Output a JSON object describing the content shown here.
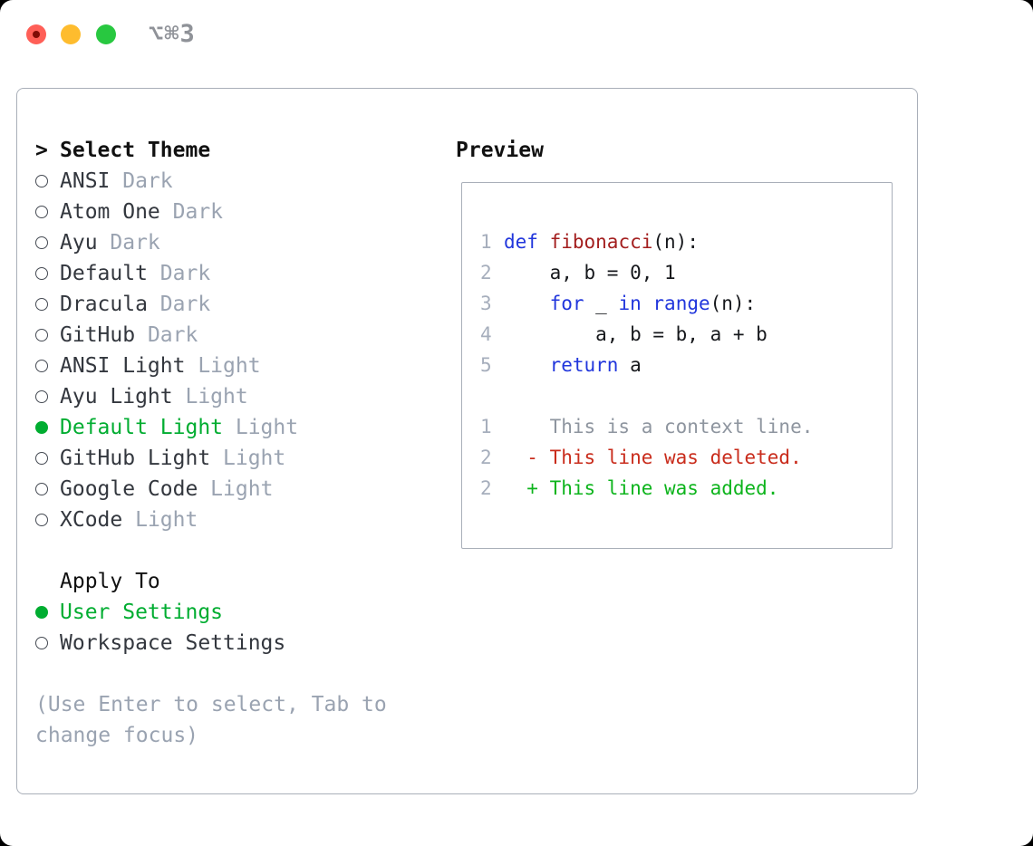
{
  "window": {
    "title": "⌥⌘3",
    "traffic_lights": [
      "close",
      "minimize",
      "zoom"
    ]
  },
  "theme_selector": {
    "cursor": ">",
    "header": "Select Theme",
    "items": [
      {
        "name": "ANSI",
        "variant": "Dark",
        "selected": false
      },
      {
        "name": "Atom One",
        "variant": "Dark",
        "selected": false
      },
      {
        "name": "Ayu",
        "variant": "Dark",
        "selected": false
      },
      {
        "name": "Default",
        "variant": "Dark",
        "selected": false
      },
      {
        "name": "Dracula",
        "variant": "Dark",
        "selected": false
      },
      {
        "name": "GitHub",
        "variant": "Dark",
        "selected": false
      },
      {
        "name": "ANSI Light",
        "variant": "Light",
        "selected": false
      },
      {
        "name": "Ayu Light",
        "variant": "Light",
        "selected": false
      },
      {
        "name": "Default Light",
        "variant": "Light",
        "selected": true
      },
      {
        "name": "GitHub Light",
        "variant": "Light",
        "selected": false
      },
      {
        "name": "Google Code",
        "variant": "Light",
        "selected": false
      },
      {
        "name": "XCode",
        "variant": "Light",
        "selected": false
      }
    ]
  },
  "apply_to": {
    "header": "Apply To",
    "options": [
      {
        "label": "User Settings",
        "selected": true
      },
      {
        "label": "Workspace Settings",
        "selected": false
      }
    ]
  },
  "hint": "(Use Enter to select, Tab to change focus)",
  "preview": {
    "header": "Preview",
    "lines": [
      {
        "num": "1",
        "segments": [
          {
            "text": "def",
            "color": "keyword"
          },
          {
            "text": " ",
            "color": "default"
          },
          {
            "text": "fibonacci",
            "color": "function"
          },
          {
            "text": "(n):",
            "color": "default"
          }
        ]
      },
      {
        "num": "2",
        "segments": [
          {
            "text": "    a, b = 0, 1",
            "color": "default"
          }
        ]
      },
      {
        "num": "3",
        "segments": [
          {
            "text": "    ",
            "color": "default"
          },
          {
            "text": "for",
            "color": "keyword"
          },
          {
            "text": " _ ",
            "color": "default"
          },
          {
            "text": "in",
            "color": "keyword"
          },
          {
            "text": " ",
            "color": "default"
          },
          {
            "text": "range",
            "color": "keyword"
          },
          {
            "text": "(n):",
            "color": "default"
          }
        ]
      },
      {
        "num": "4",
        "segments": [
          {
            "text": "        a, b = b, a + b",
            "color": "default"
          }
        ]
      },
      {
        "num": "5",
        "segments": [
          {
            "text": "    ",
            "color": "default"
          },
          {
            "text": "return",
            "color": "keyword"
          },
          {
            "text": " a",
            "color": "default"
          }
        ]
      },
      {
        "num": "",
        "segments": []
      },
      {
        "num": "1",
        "segments": [
          {
            "text": "    This is a context line.",
            "color": "context"
          }
        ]
      },
      {
        "num": "2",
        "segments": [
          {
            "text": "  - This line was deleted.",
            "color": "deleted"
          }
        ]
      },
      {
        "num": "2",
        "segments": [
          {
            "text": "  + This line was added.",
            "color": "added"
          }
        ]
      }
    ]
  },
  "colors": {
    "accent_green": "#00ad31",
    "added": "#0db41c",
    "deleted": "#c92c1c",
    "keyword": "#2136dc",
    "function_name": "#a31e1e",
    "code_default": "#16181c",
    "muted": "#9aa3b1",
    "line_number": "#a6aebc",
    "sidebar_text": "#33373e",
    "border": "#a9afb9",
    "title_gray": "#8f9298",
    "traffic_red": "#ff5f57",
    "traffic_yellow": "#febc2e",
    "traffic_green": "#28c840"
  }
}
